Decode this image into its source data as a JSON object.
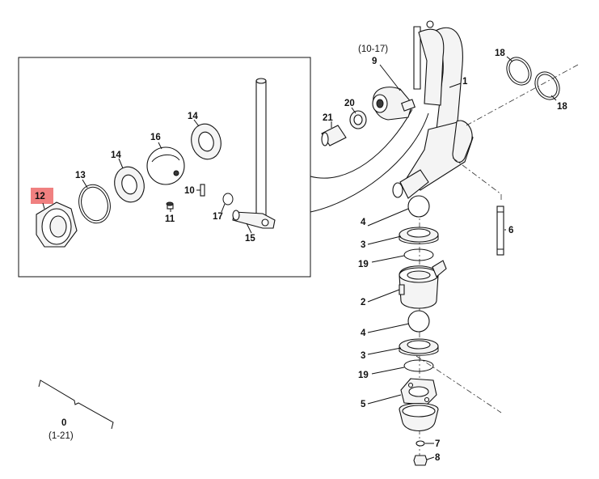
{
  "highlight_color": "#f08080",
  "labels": {
    "p1": "1",
    "p2": "2",
    "p3a": "3",
    "p3b": "3",
    "p4a": "4",
    "p4b": "4",
    "p5": "5",
    "p6": "6",
    "p7": "7",
    "p8": "8",
    "p9": "9",
    "p9_range": "(10-17)",
    "p10": "10",
    "p11": "11",
    "p12": "12",
    "p13": "13",
    "p14a": "14",
    "p14b": "14",
    "p15": "15",
    "p16": "16",
    "p17": "17",
    "p18a": "18",
    "p18b": "18",
    "p19a": "19",
    "p19b": "19",
    "p20": "20",
    "p21": "21",
    "p0": "0",
    "p0_range": "(1-21)"
  }
}
